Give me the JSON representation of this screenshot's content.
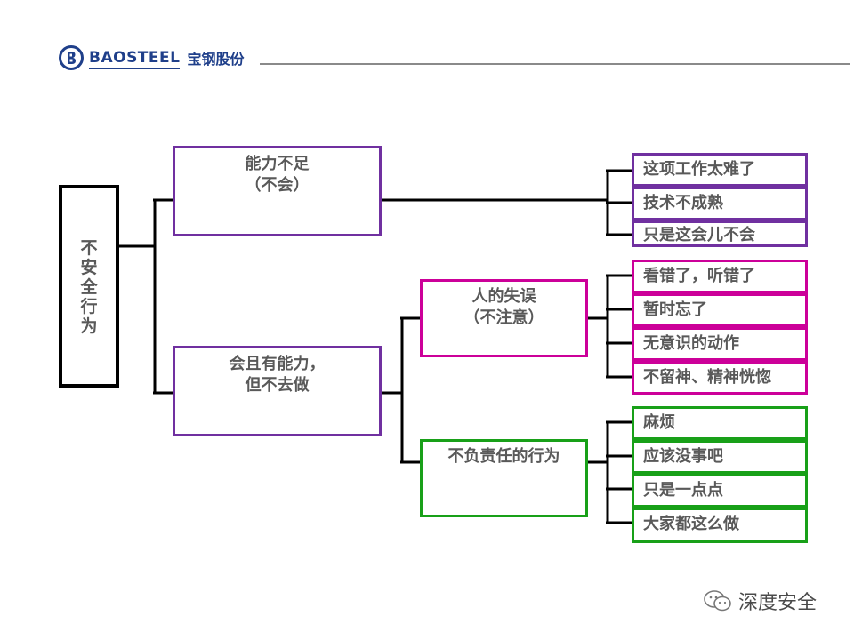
{
  "header": {
    "brand_en": "BAOSTEEL",
    "brand_cn": "宝钢股份"
  },
  "root": {
    "label": "不安全行为",
    "chars": [
      "不",
      "安",
      "全",
      "行",
      "为"
    ]
  },
  "level1": [
    {
      "line1": "能力不足",
      "line2": "（不会）"
    },
    {
      "line1": "会且有能力，",
      "line2": "但不去做"
    }
  ],
  "level2": [
    {
      "line1": "人的失误",
      "line2": "（不注意）"
    },
    {
      "line1": "不负责任的行为",
      "line2": ""
    }
  ],
  "leaves": {
    "ability": [
      "这项工作太难了",
      "技术不成熟",
      "只是这会儿不会"
    ],
    "mistake": [
      "看错了，听错了",
      "暂时忘了",
      "无意识的动作",
      "不留神、精神恍惚"
    ],
    "irresponsible": [
      "麻烦",
      "应该没事吧",
      "只是一点点",
      "大家都这么做"
    ]
  },
  "watermark": "深度安全",
  "colors": {
    "purple": "#7030a0",
    "magenta": "#cc0099",
    "green": "#18a018",
    "brand": "#1f3f8a"
  }
}
